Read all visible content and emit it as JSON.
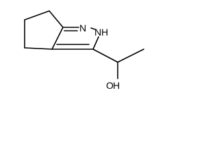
{
  "molecule": {
    "atom_labels": {
      "ring_nitrogen": "N",
      "ring_nh": "N",
      "nh_hydrogen": "H",
      "hydroxyl_oxygen": "O",
      "hydroxyl_hydrogen": "H"
    },
    "line_color": "#000000",
    "background_color": "#ffffff"
  }
}
